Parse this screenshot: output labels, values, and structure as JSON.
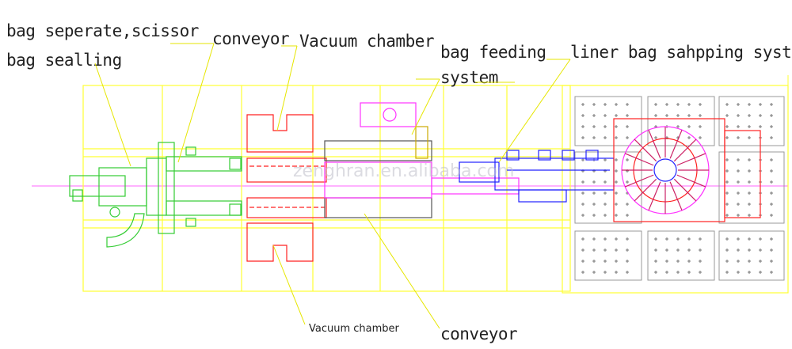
{
  "labels": {
    "bag_separate": "bag seperate,scissor",
    "bag_sealing": "bag sealling",
    "conveyor_top": "conveyor",
    "vacuum_top": "Vacuum chamber",
    "bag_feeding_1": "bag feeding",
    "bag_feeding_2": "system",
    "liner": "liner  bag sahpping system",
    "vacuum_bottom": "Vacuum chamber",
    "conveyor_bottom": "conveyor"
  },
  "watermark": "zenghran.en.alibaba.com",
  "colors": {
    "frame": "#ffff33",
    "leader": "#e6e600",
    "green": "#33cc33",
    "red": "#ff2222",
    "magenta": "#ff33ff",
    "blue": "#2222ff",
    "gray": "#888888",
    "cyan": "#00ccdd"
  }
}
